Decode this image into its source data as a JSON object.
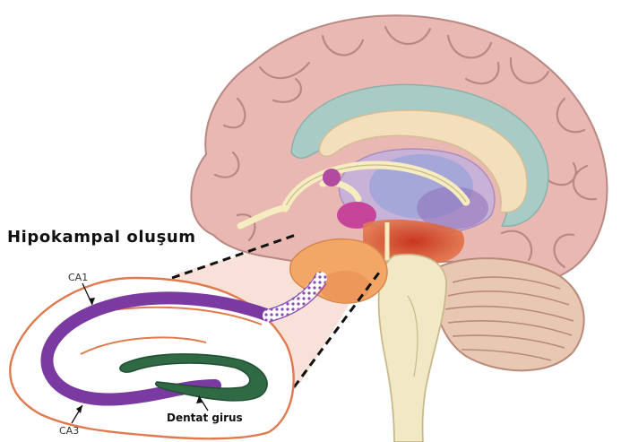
{
  "figure": {
    "title": "Hipokampal oluşum",
    "labels": {
      "ca1": "CA1",
      "ca3": "CA3",
      "dentate_gyrus": "Dentat girus"
    }
  },
  "colors": {
    "cortex": "#e9b8b2",
    "cortex_outline": "#b88882",
    "ventricle": "#a8cbc6",
    "corpus_callosum": "#f4dfbd",
    "thalamus": "#c9b2d8",
    "fornix": "#f5ecc0",
    "amygdala": "#c6459b",
    "hypothalamus": "#d9503a",
    "hippocampus": "#f2a766",
    "brainstem": "#f1e8c6",
    "cerebellum": "#e8c7b3",
    "ca_field": "#7b3aa1",
    "dentate_gyrus": "#2f6a45",
    "outline": "#e07a4e"
  }
}
